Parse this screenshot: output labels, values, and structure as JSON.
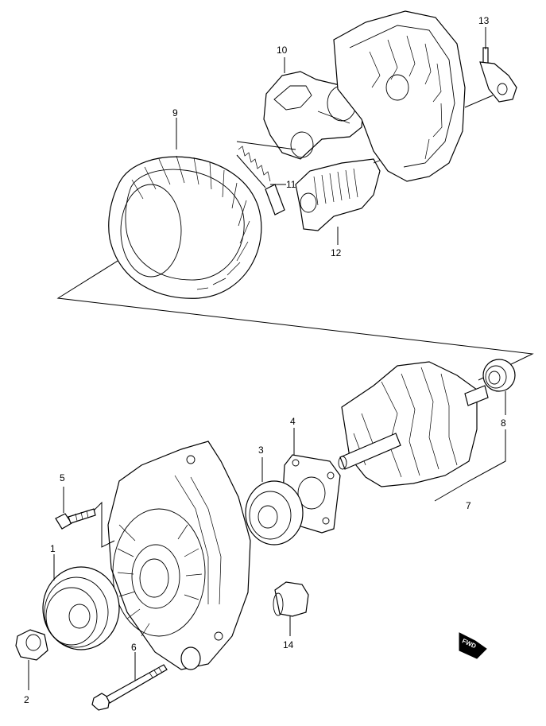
{
  "callouts": {
    "c1": "1",
    "c2": "2",
    "c3": "3",
    "c4": "4",
    "c5": "5",
    "c6": "6",
    "c7": "7",
    "c8": "8",
    "c9": "9",
    "c10": "10",
    "c11": "11",
    "c12": "12",
    "c13": "13",
    "c14": "14"
  },
  "fwd_badge": "FWD",
  "colors": {
    "ink": "#000000",
    "paper": "#ffffff"
  }
}
